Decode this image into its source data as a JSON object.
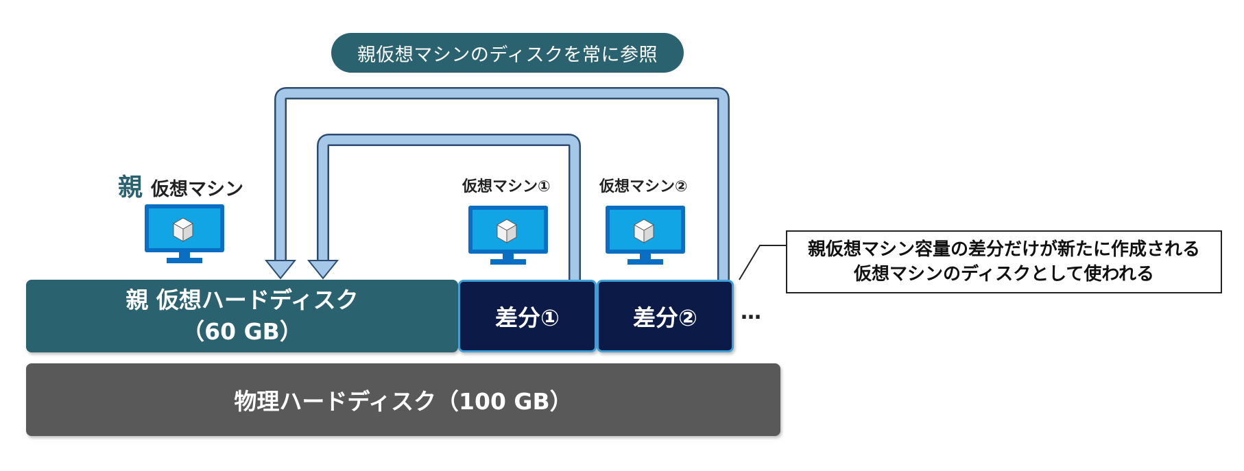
{
  "reference_label": "親仮想マシンのディスクを常に参照",
  "parent_vm": {
    "prefix": "親",
    "label": "仮想マシン"
  },
  "vm1": {
    "label": "仮想マシン①"
  },
  "vm2": {
    "label": "仮想マシン②"
  },
  "parent_disk": {
    "line1": "親 仮想ハードディスク",
    "line2": "（60 GB）"
  },
  "diff1": {
    "label": "差分①"
  },
  "diff2": {
    "label": "差分②"
  },
  "ellipsis": "…",
  "physical_disk": {
    "label": "物理ハードディスク（100 GB）"
  },
  "note": {
    "line1": "親仮想マシン容量の差分だけが新たに作成される",
    "line2": "仮想マシンのディスクとして使われる"
  },
  "colors": {
    "teal": "#2b6270",
    "navy": "#0b1a47",
    "gray": "#595959",
    "arrow_fill": "#a6c8e8",
    "arrow_stroke": "#2b4c6f",
    "monitor_screen": "#12a5e5",
    "monitor_frame": "#0a6fc2"
  }
}
